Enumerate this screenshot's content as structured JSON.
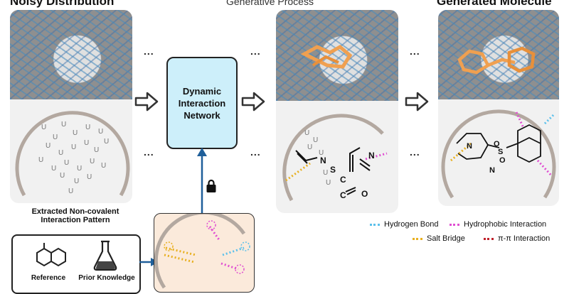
{
  "titles": {
    "noisy": "Noisy Distribution",
    "process": "Generative Process",
    "generated": "Generated Molecule"
  },
  "network_box": {
    "line1": "Dynamic",
    "line2": "Interaction",
    "line3": "Network"
  },
  "ellipsis": "...",
  "noise_symbol": "U",
  "atom_labels": {
    "n1": "N",
    "s1": "S",
    "c1": "C",
    "c2": "C",
    "o1": "O",
    "n2": "N",
    "n3": "N",
    "n4": "N",
    "s2": "S",
    "o2": "O",
    "o3": "O"
  },
  "extracted": {
    "title_line1": "Extracted Non-covalent",
    "title_line2": "Interaction Pattern",
    "item1_label": "Reference",
    "item2_label": "Prior Knowledge"
  },
  "legend": {
    "hbond": "Hydrogen Bond",
    "hydrophobic": "Hydrophobic Interaction",
    "salt": "Salt Bridge",
    "pipi": "π-π Interaction"
  },
  "colors": {
    "hbond": "#5bc0eb",
    "hydrophobic": "#e04fd2",
    "salt": "#e8b020",
    "pipi": "#c0202a",
    "network_box": "#cdeffa",
    "pattern_panel": "#fbeadb",
    "arrow_blue": "#1f5f9a"
  }
}
